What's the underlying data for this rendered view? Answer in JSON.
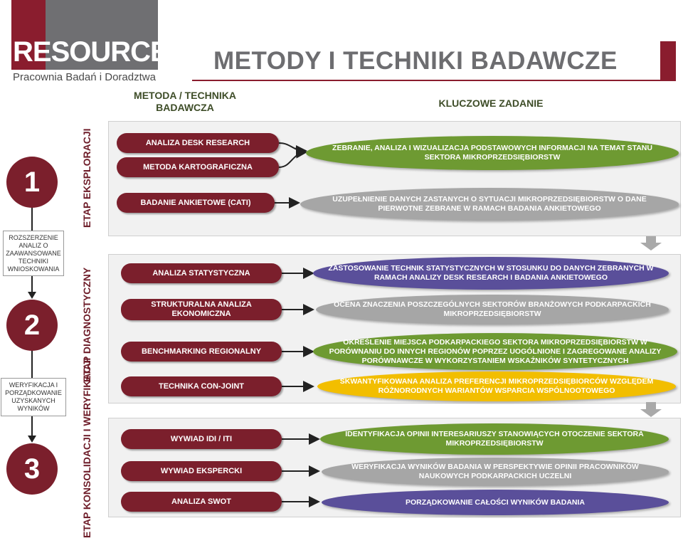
{
  "logo": {
    "word": "RESOURCE",
    "subtitle": "Pracownia Badań i Doradztwa"
  },
  "title": "METODY I TECHNIKI BADAWCZE",
  "columns": {
    "method": "METODA / TECHNIKA BADAWCZA",
    "task": "KLUCZOWE ZADANIE"
  },
  "stages": [
    {
      "number": "1",
      "label": "ETAP EKSPLORACJI",
      "methods": [
        "ANALIZA DESK RESEARCH",
        "METODA KARTOGRAFICZNA",
        "BADANIE ANKIETOWE (CATI)"
      ],
      "tasks": [
        "ZEBRANIE, ANALIZA I WIZUALIZACJA PODSTAWOWYCH INFORMACJI NA TEMAT STANU SEKTORA MIKROPRZEDSIĘBIORSTW",
        "UZUPEŁNIENIE DANYCH ZASTANYCH O SYTUACJI MIKROPRZEDSIĘBIORSTW O DANE PIERWOTNE ZEBRANE W RAMACH BADANIA ANKIETOWEGO"
      ]
    },
    {
      "number": "2",
      "label": "ETAP DIAGNOSTYCZNY",
      "methods": [
        "ANALIZA STATYSTYCZNA",
        "STRUKTURALNA ANALIZA EKONOMICZNA",
        "BENCHMARKING REGIONALNY",
        "TECHNIKA CON-JOINT"
      ],
      "tasks": [
        "ZASTOSOWANIE TECHNIK STATYSTYCZNYCH W STOSUNKU DO DANYCH ZEBRANYCH W RAMACH ANALIZY DESK RESEARCH I BADANIA ANKIETOWEGO",
        "OCENA ZNACZENIA POSZCZEGÓLNYCH SEKTORÓW BRANŻOWYCH PODKARPACKICH MIKROPRZEDSIĘBIORSTW",
        "OKREŚLENIE MIEJSCA PODKARPACKIEGO SEKTORA MIKROPRZEDSIĘBIORSTW W PORÓWNANIU DO INNYCH REGIONÓW POPRZEZ UOGÓLNIONE I ZAGREGOWANE ANALIZY PORÓWNAWCZE W WYKORZYSTANIEM WSKAŹNIKÓW SYNTETYCZNYCH",
        "SKWANTYFIKOWANA ANALIZA PREFERENCJI MIKROPRZEDSIĘBIORCÓW WZGLĘDEM RÓŻNORODNYCH WARIANTÓW WSPARCIA WSPÓLNOOTOWEGO"
      ]
    },
    {
      "number": "3",
      "label": "ETAP KONSOLIDACJI I WERYFIKACJI",
      "methods": [
        "WYWIAD IDI / ITI",
        "WYWIAD EKSPERCKI",
        "ANALIZA SWOT"
      ],
      "tasks": [
        "IDENTYFIKACJA OPINII INTERESARIUSZY STANOWIĄCYCH OTOCZENIE SEKTORA MIKROPRZEDSIĘBIORSTW",
        "WERYFIKACJA WYNIKÓW BADANIA W PERSPEKTYWIE OPINII PRACOWNIKÓW NAUKOWYCH PODKARPACKICH UCZELNI",
        "PORZĄDKOWANIE CAŁOŚCI WYNIKÓW BADANIA"
      ]
    }
  ],
  "transitions": [
    "ROZSZERZENIE ANALIZ O ZAAWANSOWANE TECHNIKI WNIOSKOWANIA",
    "WERYFIKACJA I PORZĄDKOWANIE UZYSKANYCH WYNIKÓW"
  ],
  "colors": {
    "maroon": "#7b1f2c",
    "green": "#6e9a32",
    "gray": "#a6a6a6",
    "purple": "#5a4f9a",
    "yellow": "#f2be00"
  }
}
